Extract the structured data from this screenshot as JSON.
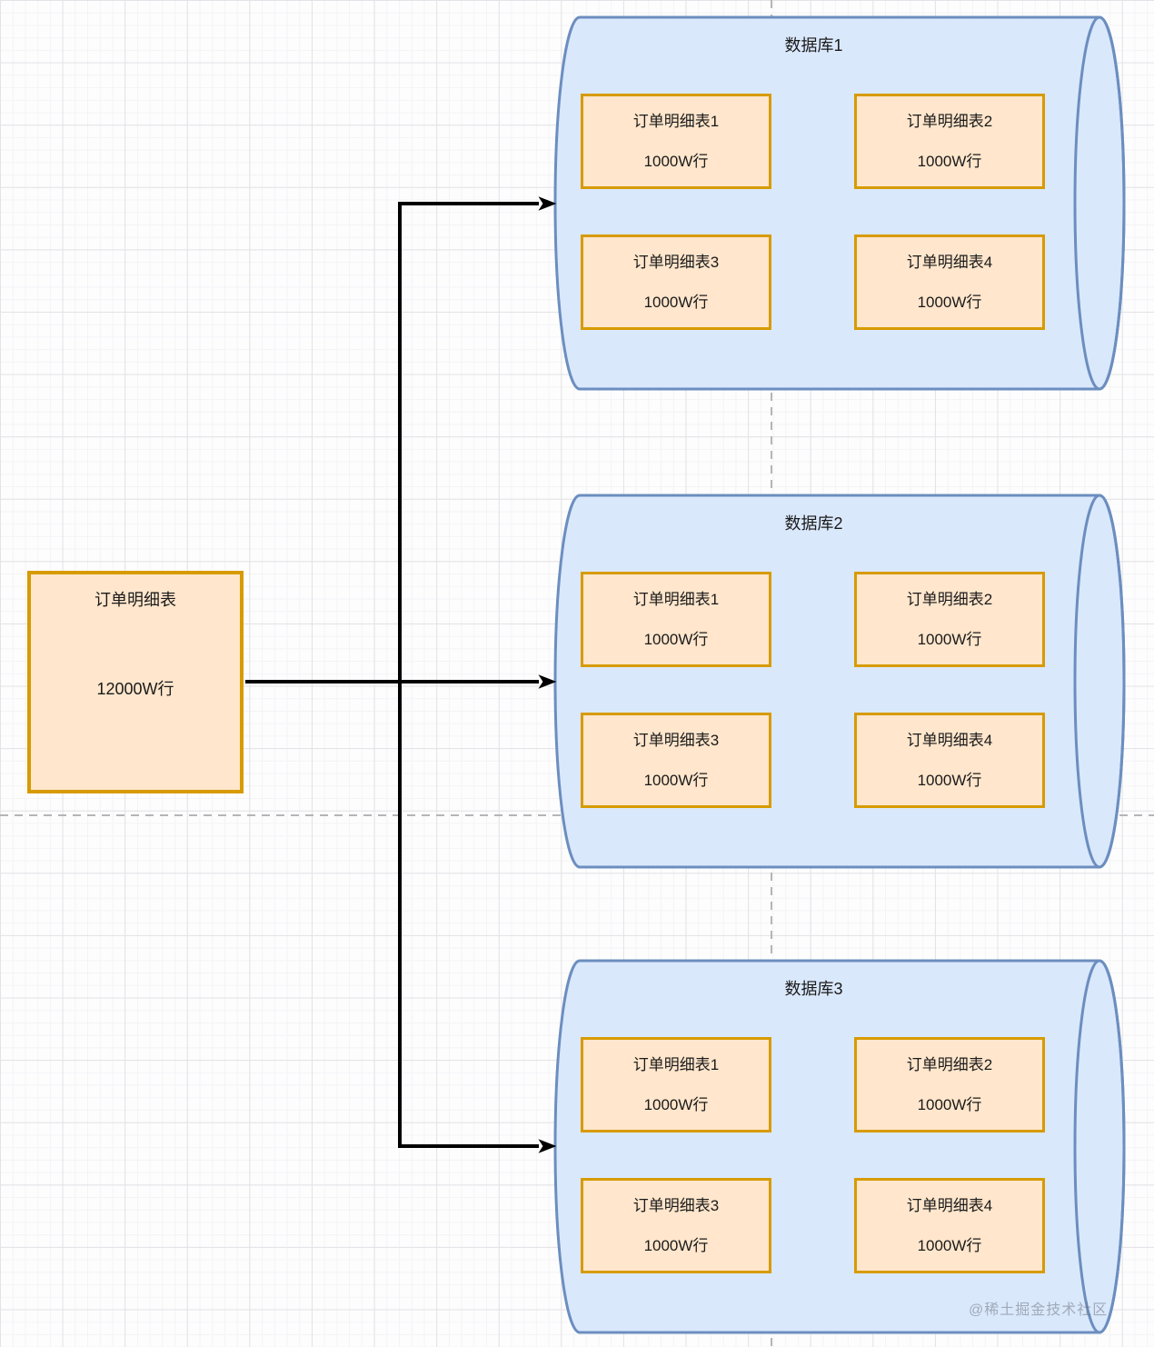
{
  "source": {
    "title": "订单明细表",
    "rows": "12000W行"
  },
  "databases": [
    {
      "title": "数据库1",
      "tables": [
        {
          "name": "订单明细表1",
          "rows": "1000W行"
        },
        {
          "name": "订单明细表2",
          "rows": "1000W行"
        },
        {
          "name": "订单明细表3",
          "rows": "1000W行"
        },
        {
          "name": "订单明细表4",
          "rows": "1000W行"
        }
      ]
    },
    {
      "title": "数据库2",
      "tables": [
        {
          "name": "订单明细表1",
          "rows": "1000W行"
        },
        {
          "name": "订单明细表2",
          "rows": "1000W行"
        },
        {
          "name": "订单明细表3",
          "rows": "1000W行"
        },
        {
          "name": "订单明细表4",
          "rows": "1000W行"
        }
      ]
    },
    {
      "title": "数据库3",
      "tables": [
        {
          "name": "订单明细表1",
          "rows": "1000W行"
        },
        {
          "name": "订单明细表2",
          "rows": "1000W行"
        },
        {
          "name": "订单明细表3",
          "rows": "1000W行"
        },
        {
          "name": "订单明细表4",
          "rows": "1000W行"
        }
      ]
    }
  ],
  "watermark": "@稀土掘金技术社区",
  "colors": {
    "cylinder_fill": "#dae8fc",
    "cylinder_stroke": "#6c8ebf",
    "box_fill": "#ffe6cc",
    "box_stroke": "#d79b00",
    "arrow": "#000000",
    "page_divider": "#b5b5b5"
  }
}
